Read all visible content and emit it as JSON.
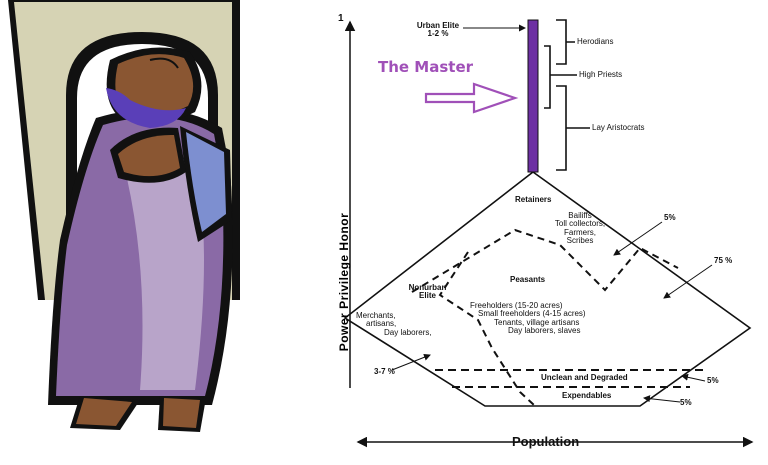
{
  "icons": {
    "figure": "praying-bearded-man-illustration",
    "pointer": "outline-arrow-right"
  },
  "colors": {
    "robe": "#8a6aa6",
    "beard": "#5a3fb8",
    "column": "#6d2fa3",
    "master": "#a050b8",
    "archway": "#d6d3b4",
    "skin": "#8a5632"
  },
  "diagram": {
    "master_label": "The Master",
    "yaxis_label": "Power   Privilege   Honor",
    "yaxis_top_tick": "1",
    "xaxis_label": "Population",
    "urban_elite": {
      "line1": "Urban Elite",
      "line2": "1-2 %"
    },
    "herodians": "Herodians",
    "high_priests": "High Priests",
    "lay_aristocrats": "Lay Aristocrats",
    "retainers": "Retainers",
    "retainer_roles": {
      "line1": "Bailiffs",
      "line2": "Toll collectors,",
      "line3": "Farmers,",
      "line4": "Scribes"
    },
    "pct_retainers": "5%",
    "pct_peasants": "75 %",
    "peasants": "Peasants",
    "nonurban_elite": {
      "line1": "Nonurban",
      "line2": "Elite"
    },
    "nonurban_roles": {
      "line1": "Merchants,",
      "line2": "artisans,",
      "line3": "Day laborers,"
    },
    "peasant_roles": {
      "line1": "Freeholders (15-20 acres)",
      "line2": "Small freeholders (4-15 acres)",
      "line3": "Tenants, village artisans",
      "line4": "Day laborers, slaves"
    },
    "pct_nonurban": "3-7 %",
    "unclean": "Unclean and Degraded",
    "pct_unclean": "5%",
    "expendables": "Expendables",
    "pct_expendables": "5%"
  }
}
